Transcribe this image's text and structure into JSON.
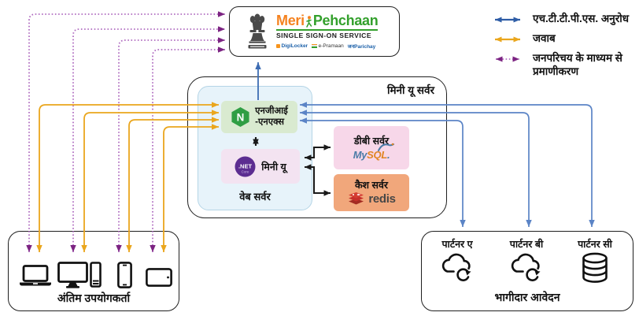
{
  "colors": {
    "https_arrow_blue": "#2e5da6",
    "partner_line_blue": "#5b84c6",
    "response_arrow_yellow": "#eaa61d",
    "auth_arrow_purple": "#7c2482",
    "auth_line_purple": "#b06cc0",
    "nginx_green": "#2f9e44",
    "dotnet_purple": "#5c2d91",
    "redis_red": "#d43d32",
    "mysql_blue": "#4a7ba6",
    "mysql_orange": "#e08524",
    "web_server_bg": "#e7f3fa",
    "nginx_bg": "#d9ead0",
    "miniu_bg": "#f3e3f1",
    "db_bg": "#f7d7e9",
    "cache_bg": "#f1a77b"
  },
  "sso": {
    "title_part1": "Meri",
    "title_part2": "Pehchaan",
    "subtitle": "SINGLE SIGN-ON SERVICE",
    "logos": {
      "digilocker": "DigiLocker",
      "epramaan": "e-Pramaan",
      "janparichay": "जनParichay"
    }
  },
  "legend": {
    "https": "एच.टी.टी.पी.एस. अनुरोध",
    "response": "जवाब",
    "auth": "जनपरिचय के माध्यम से प्रमाणीकरण"
  },
  "server": {
    "label": "मिनी यू सर्वर",
    "web": {
      "label": "वेब सर्वर",
      "nginx_line1": "एनजीआई",
      "nginx_line2": "-एनएक्स",
      "nginx_letter": "N",
      "miniu_label": "मिनी यू",
      "dotnet_line1": ".NET",
      "dotnet_line2": "Core"
    },
    "db": {
      "label": "डीबी सर्वर",
      "logo_part1": "My",
      "logo_part2": "SQL"
    },
    "cache": {
      "label": "कैश सर्वर",
      "logo": "redis"
    }
  },
  "end_users": {
    "label": "अंतिम उपयोगकर्ता",
    "devices": [
      "laptop-icon",
      "desktop-icon",
      "smartphone-icon",
      "tablet-icon"
    ]
  },
  "partners": {
    "label": "भागीदार आवेदन",
    "a": "पार्टनर ए",
    "b": "पार्टनर बी",
    "c": "पार्टनर सी"
  }
}
